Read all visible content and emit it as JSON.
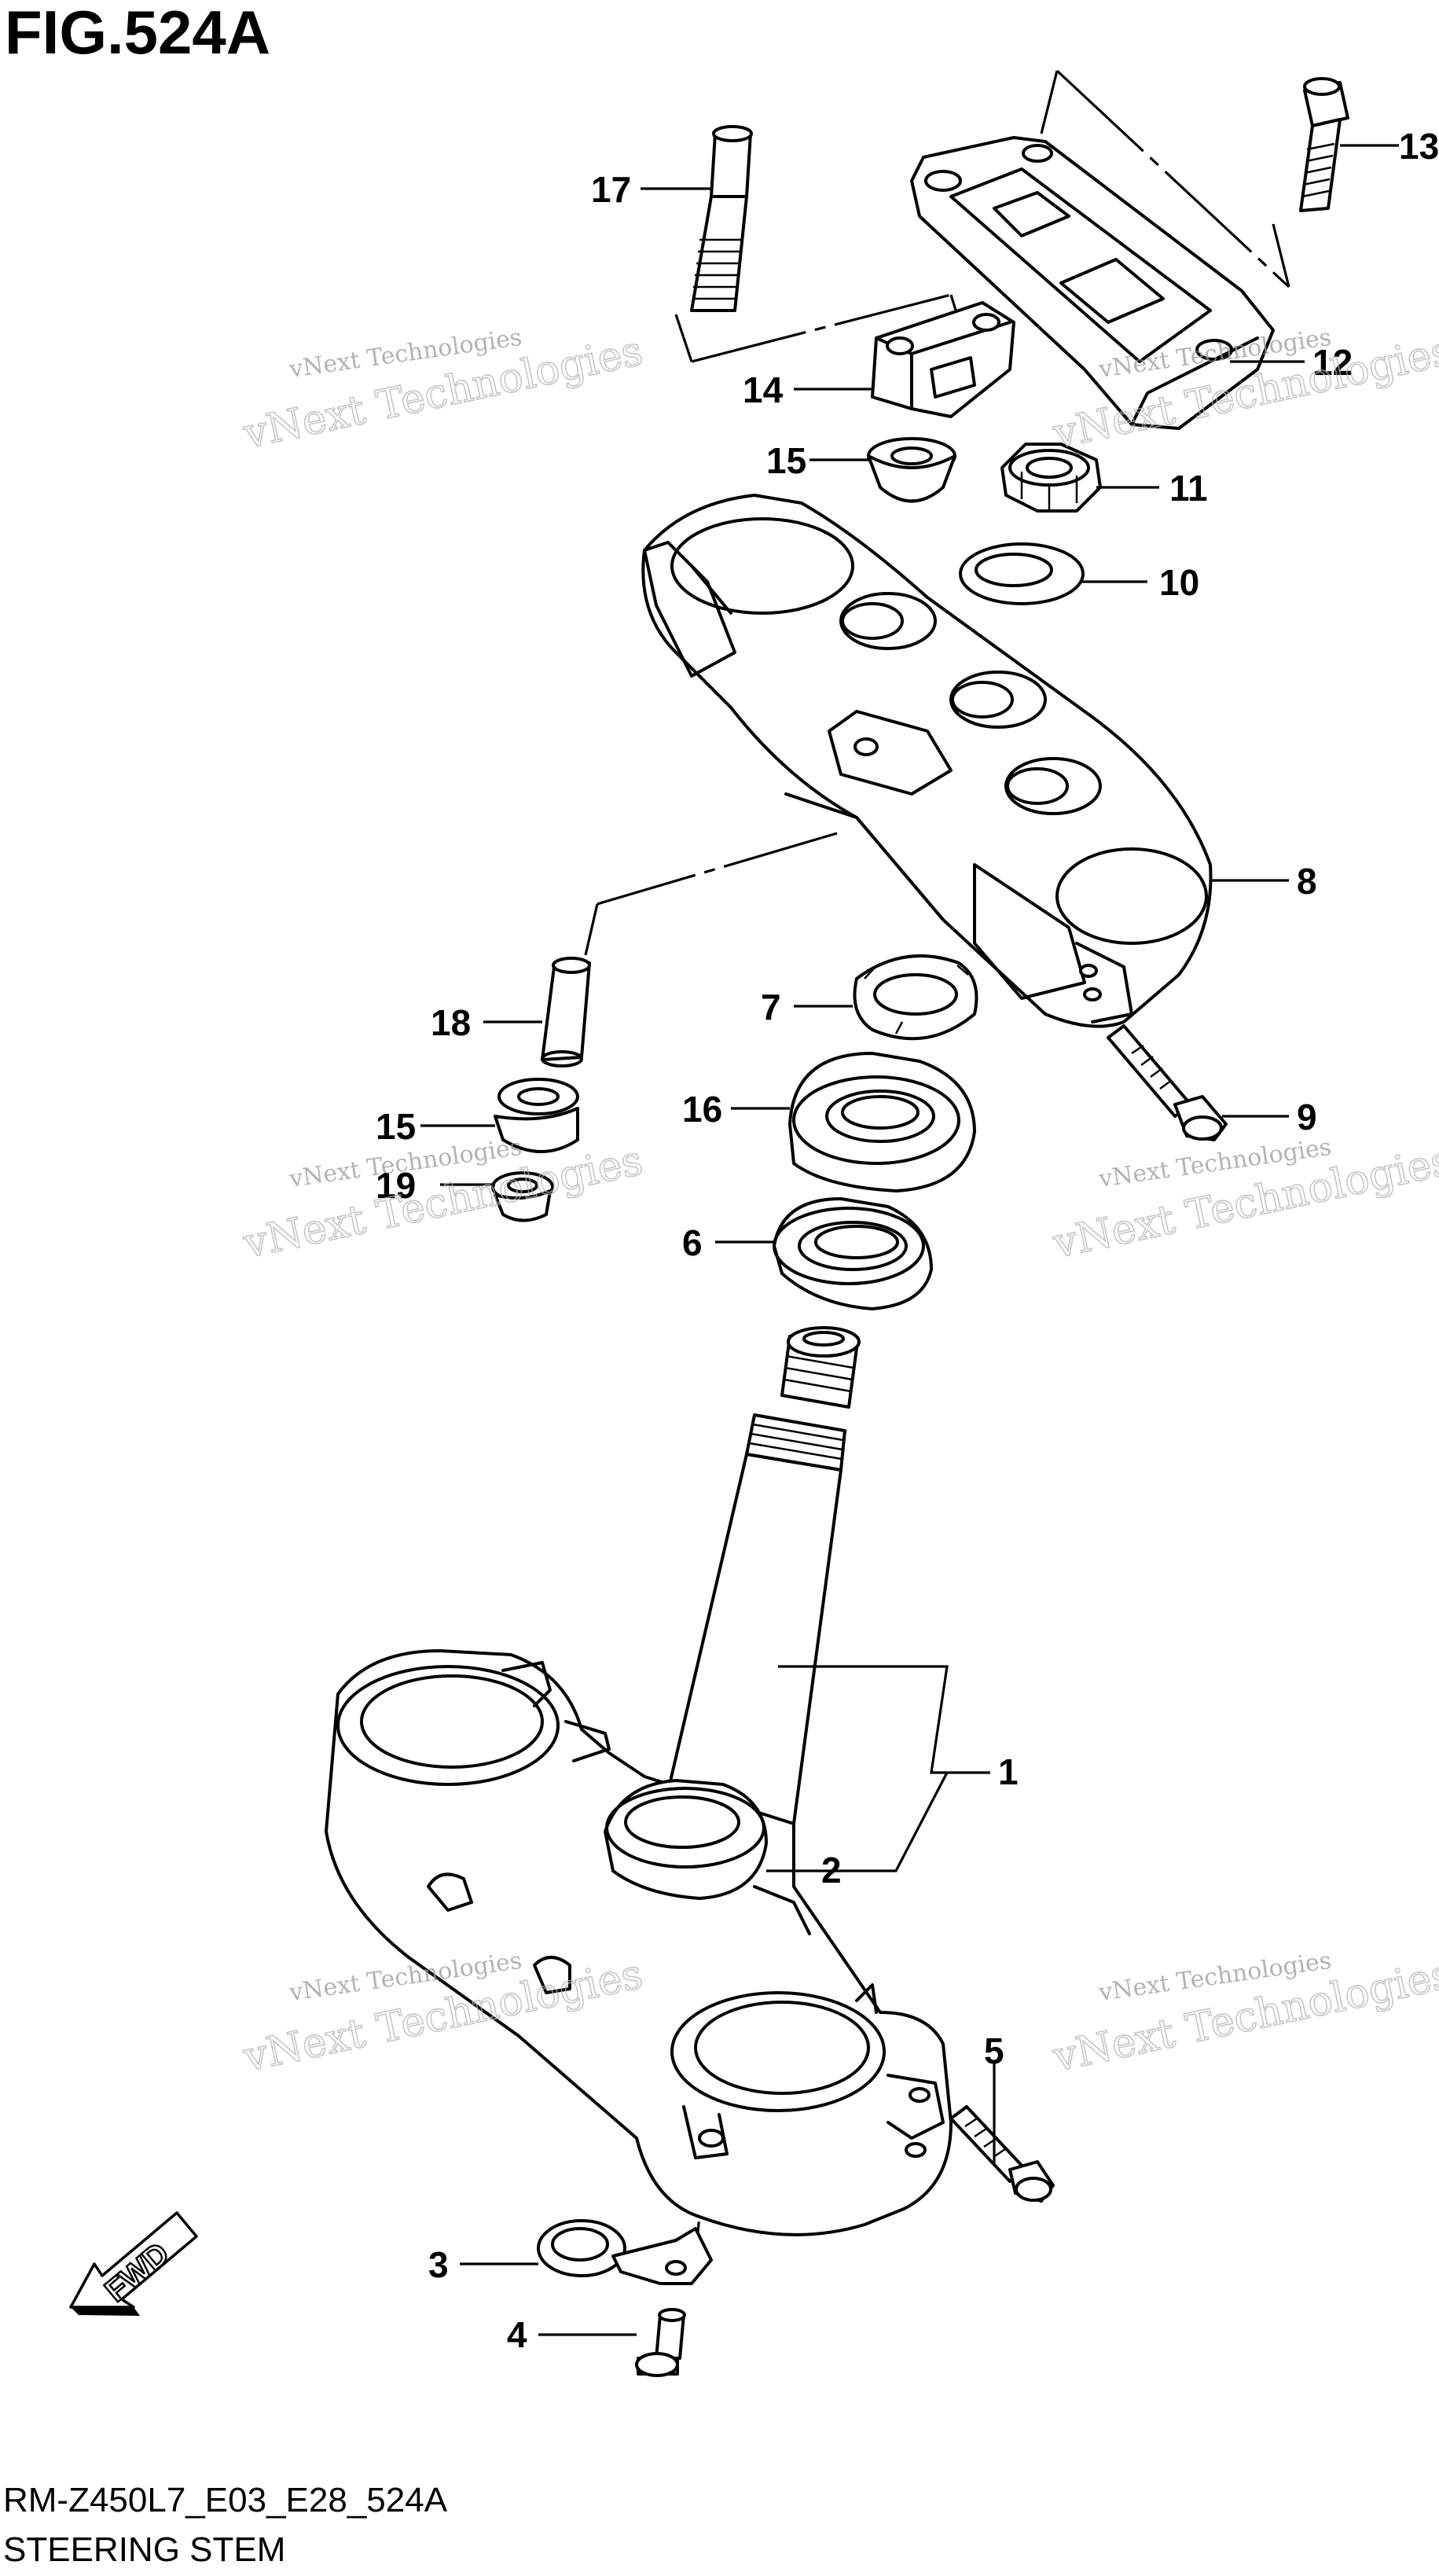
{
  "figure": {
    "title": "FIG.524A",
    "code": "RM-Z450L7_E03_E28_524A",
    "caption": "STEERING STEM"
  },
  "callouts": [
    "1",
    "2",
    "3",
    "4",
    "5",
    "6",
    "7",
    "8",
    "9",
    "10",
    "11",
    "12",
    "13",
    "14",
    "15",
    "15",
    "16",
    "17",
    "18",
    "19"
  ],
  "watermark": {
    "line1": "vNext Technologies",
    "line2": "vNext Technologies"
  },
  "fwd_label": "FWD"
}
